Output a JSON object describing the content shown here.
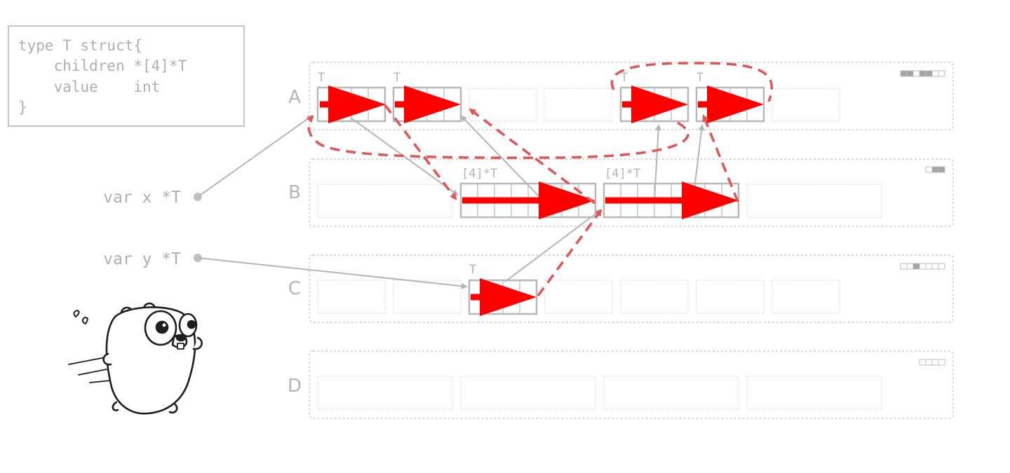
{
  "code_box": {
    "lines": [
      "type T struct{",
      "    children *[4]*T",
      "    value    int",
      "}"
    ]
  },
  "variables": [
    {
      "label": "var x *T"
    },
    {
      "label": "var y *T"
    }
  ],
  "spans": [
    {
      "label": "A",
      "bitmap": [
        1,
        1,
        0,
        1,
        1,
        0,
        0
      ]
    },
    {
      "label": "B",
      "bitmap": [
        0,
        1,
        1
      ]
    },
    {
      "label": "C",
      "bitmap": [
        0,
        0,
        1,
        0,
        0,
        0,
        0
      ]
    },
    {
      "label": "D",
      "bitmap": [
        0,
        0,
        0,
        0
      ]
    }
  ],
  "object_type_labels": {
    "A1": "T",
    "A2": "T",
    "A5": "T",
    "A6": "T",
    "B2": "[4]*T",
    "B3": "[4]*T",
    "C3": "T"
  },
  "colors": {
    "gray": "#b5b5b5",
    "light_gray": "#d6d6d6",
    "text_gray": "#b0b0b0",
    "mark_red": "#ff0000",
    "dashed_red": "#e05555"
  },
  "icons": {
    "gopher": "gopher-mascot-icon"
  }
}
